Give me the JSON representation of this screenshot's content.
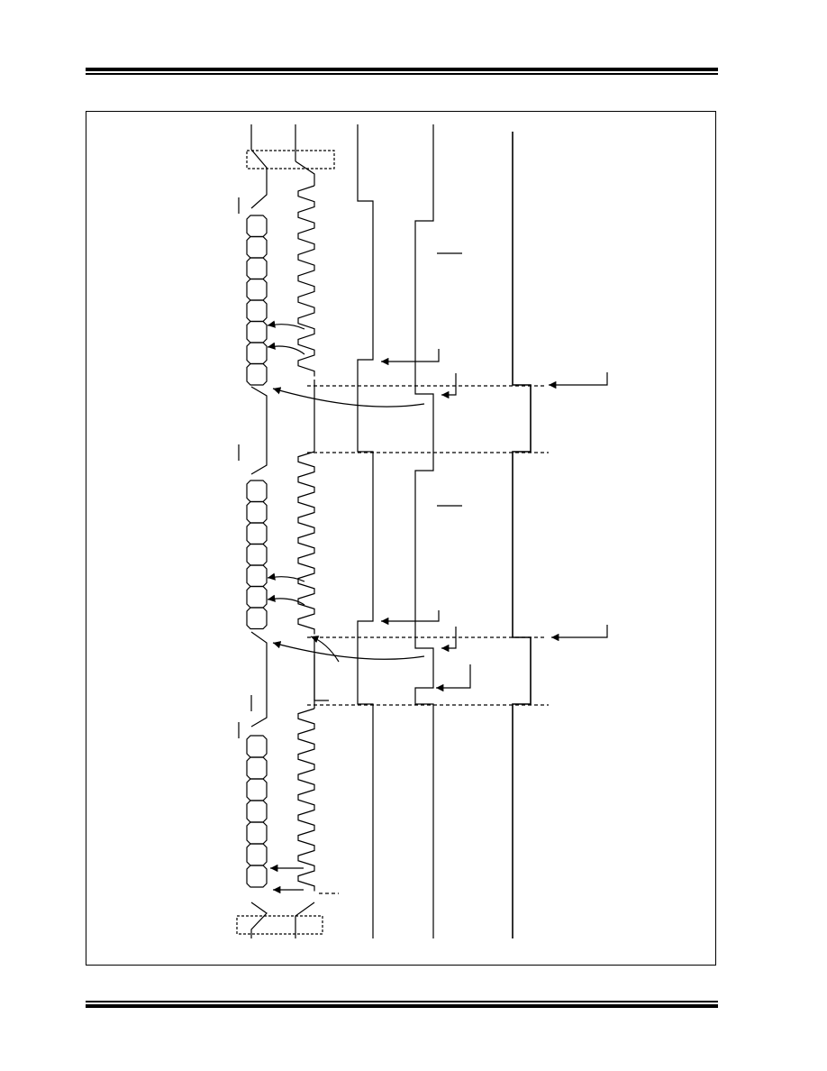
{
  "page": {
    "title": "",
    "caption": ""
  },
  "diagram": {
    "type": "timing-diagram",
    "orientation": "rotated-90",
    "signals": [
      {
        "id": "sda",
        "kind": "data-bus"
      },
      {
        "id": "scl",
        "kind": "clock"
      },
      {
        "id": "line-a",
        "kind": "level"
      },
      {
        "id": "line-b",
        "kind": "level"
      },
      {
        "id": "line-c",
        "kind": "level"
      }
    ],
    "groups": 3,
    "bytes_per_group": 8,
    "colors": {
      "ink": "#000000",
      "background": "#ffffff"
    }
  }
}
